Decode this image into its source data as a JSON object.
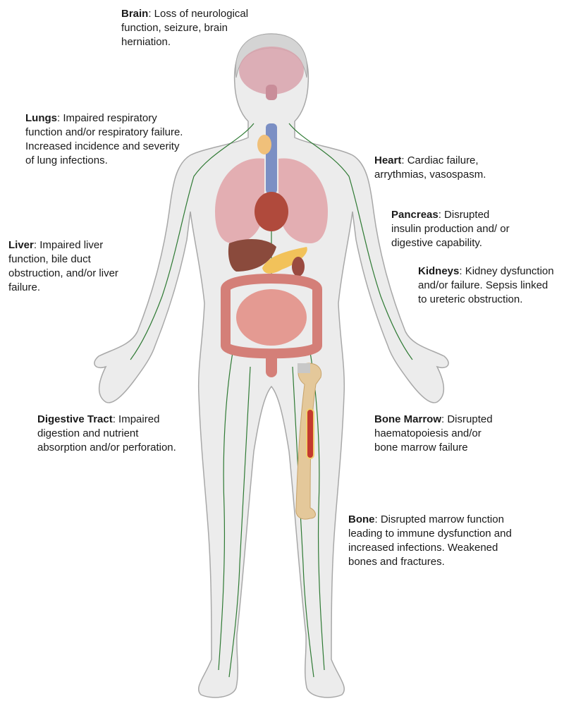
{
  "annotations": {
    "brain": {
      "organ": "Brain",
      "text": ": Loss of neurological function, seizure, brain herniation."
    },
    "lungs": {
      "organ": "Lungs",
      "text": ": Impaired respiratory function and/or respiratory failure. Increased incidence and severity of lung infections."
    },
    "heart": {
      "organ": "Heart",
      "text": ": Cardiac failure, arrythmias, vasospasm."
    },
    "pancreas": {
      "organ": "Pancreas",
      "text": ": Disrupted insulin production and/ or digestive capability."
    },
    "liver": {
      "organ": "Liver",
      "text": ": Impaired liver function, bile duct obstruction, and/or liver failure."
    },
    "kidneys": {
      "organ": "Kidneys",
      "text": ": Kidney dysfunction and/or failure. Sepsis linked to ureteric obstruction."
    },
    "digestive": {
      "organ": "Digestive Tract",
      "text": ": Impaired digestion and nutrient absorption and/or perforation."
    },
    "marrow": {
      "organ": "Bone Marrow",
      "text": ": Disrupted haematopoiesis and/or bone marrow failure"
    },
    "bone": {
      "organ": "Bone",
      "text": ": Disrupted marrow function leading to immune dysfunction and increased infections. Weakened bones and fractures."
    }
  },
  "colors": {
    "body": "#ececec",
    "outline": "#a8a8a8",
    "lymph": "#2f7a34",
    "brain": "#d9a3ad",
    "lungs": "#e2a3a8",
    "trachea": "#7b8fc4",
    "thyroid": "#f0c07a",
    "liver": "#8a4a3c",
    "pancreas": "#f2c25a",
    "intestine": "#e49a92",
    "bone": "#e4c89a"
  }
}
